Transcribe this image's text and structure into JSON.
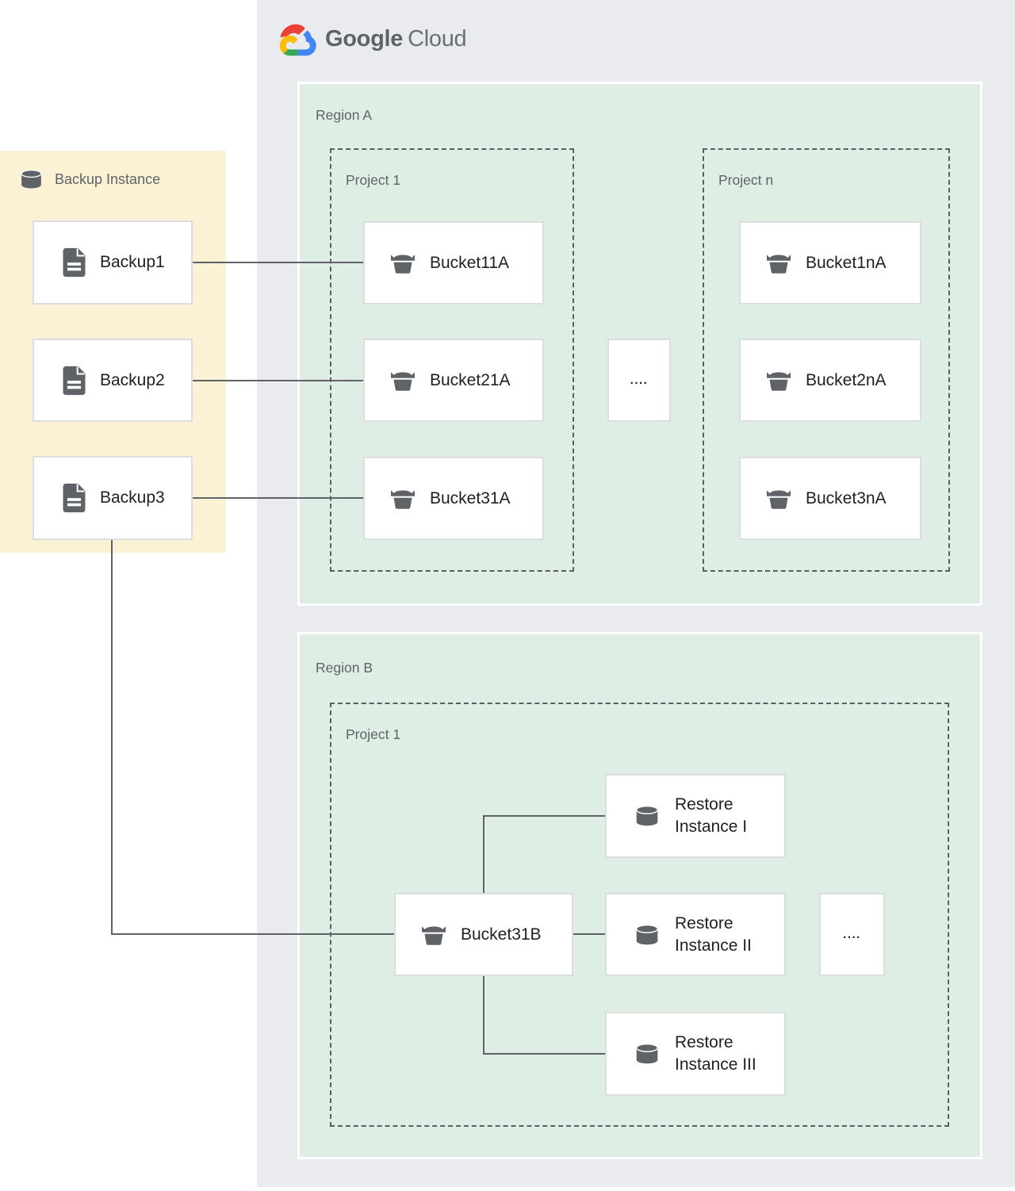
{
  "logo": {
    "brand": "Google",
    "product": "Cloud"
  },
  "colors": {
    "canvas": "#FFFFFF",
    "cloud_panel": "#E9EBEE",
    "region_green": "#DFEEE5",
    "backup_panel_yellow": "#FBF1D4",
    "connector_gray": "#5F6368",
    "node_border": "#DBDDE0",
    "icon_gray": "#5F6368",
    "label_muted": "#5F6368",
    "label_dark": "#202124",
    "logo_red": "#EA4335",
    "logo_blue": "#4285F4",
    "logo_green": "#34A853",
    "logo_yellow": "#FBBC05"
  },
  "backup_panel": {
    "title": "Backup Instance",
    "items": [
      {
        "label": "Backup1"
      },
      {
        "label": "Backup2"
      },
      {
        "label": "Backup3"
      }
    ]
  },
  "region_a": {
    "label": "Region A",
    "ellipsis": "....",
    "projects": [
      {
        "label": "Project 1",
        "buckets": [
          "Bucket11A",
          "Bucket21A",
          "Bucket31A"
        ]
      },
      {
        "label": "Project n",
        "buckets": [
          "Bucket1nA",
          "Bucket2nA",
          "Bucket3nA"
        ]
      }
    ]
  },
  "region_b": {
    "label": "Region B",
    "project": {
      "label": "Project 1",
      "bucket": "Bucket31B",
      "ellipsis": "....",
      "restores": [
        "Restore Instance I",
        "Restore Instance II",
        "Restore Instance III"
      ]
    }
  }
}
